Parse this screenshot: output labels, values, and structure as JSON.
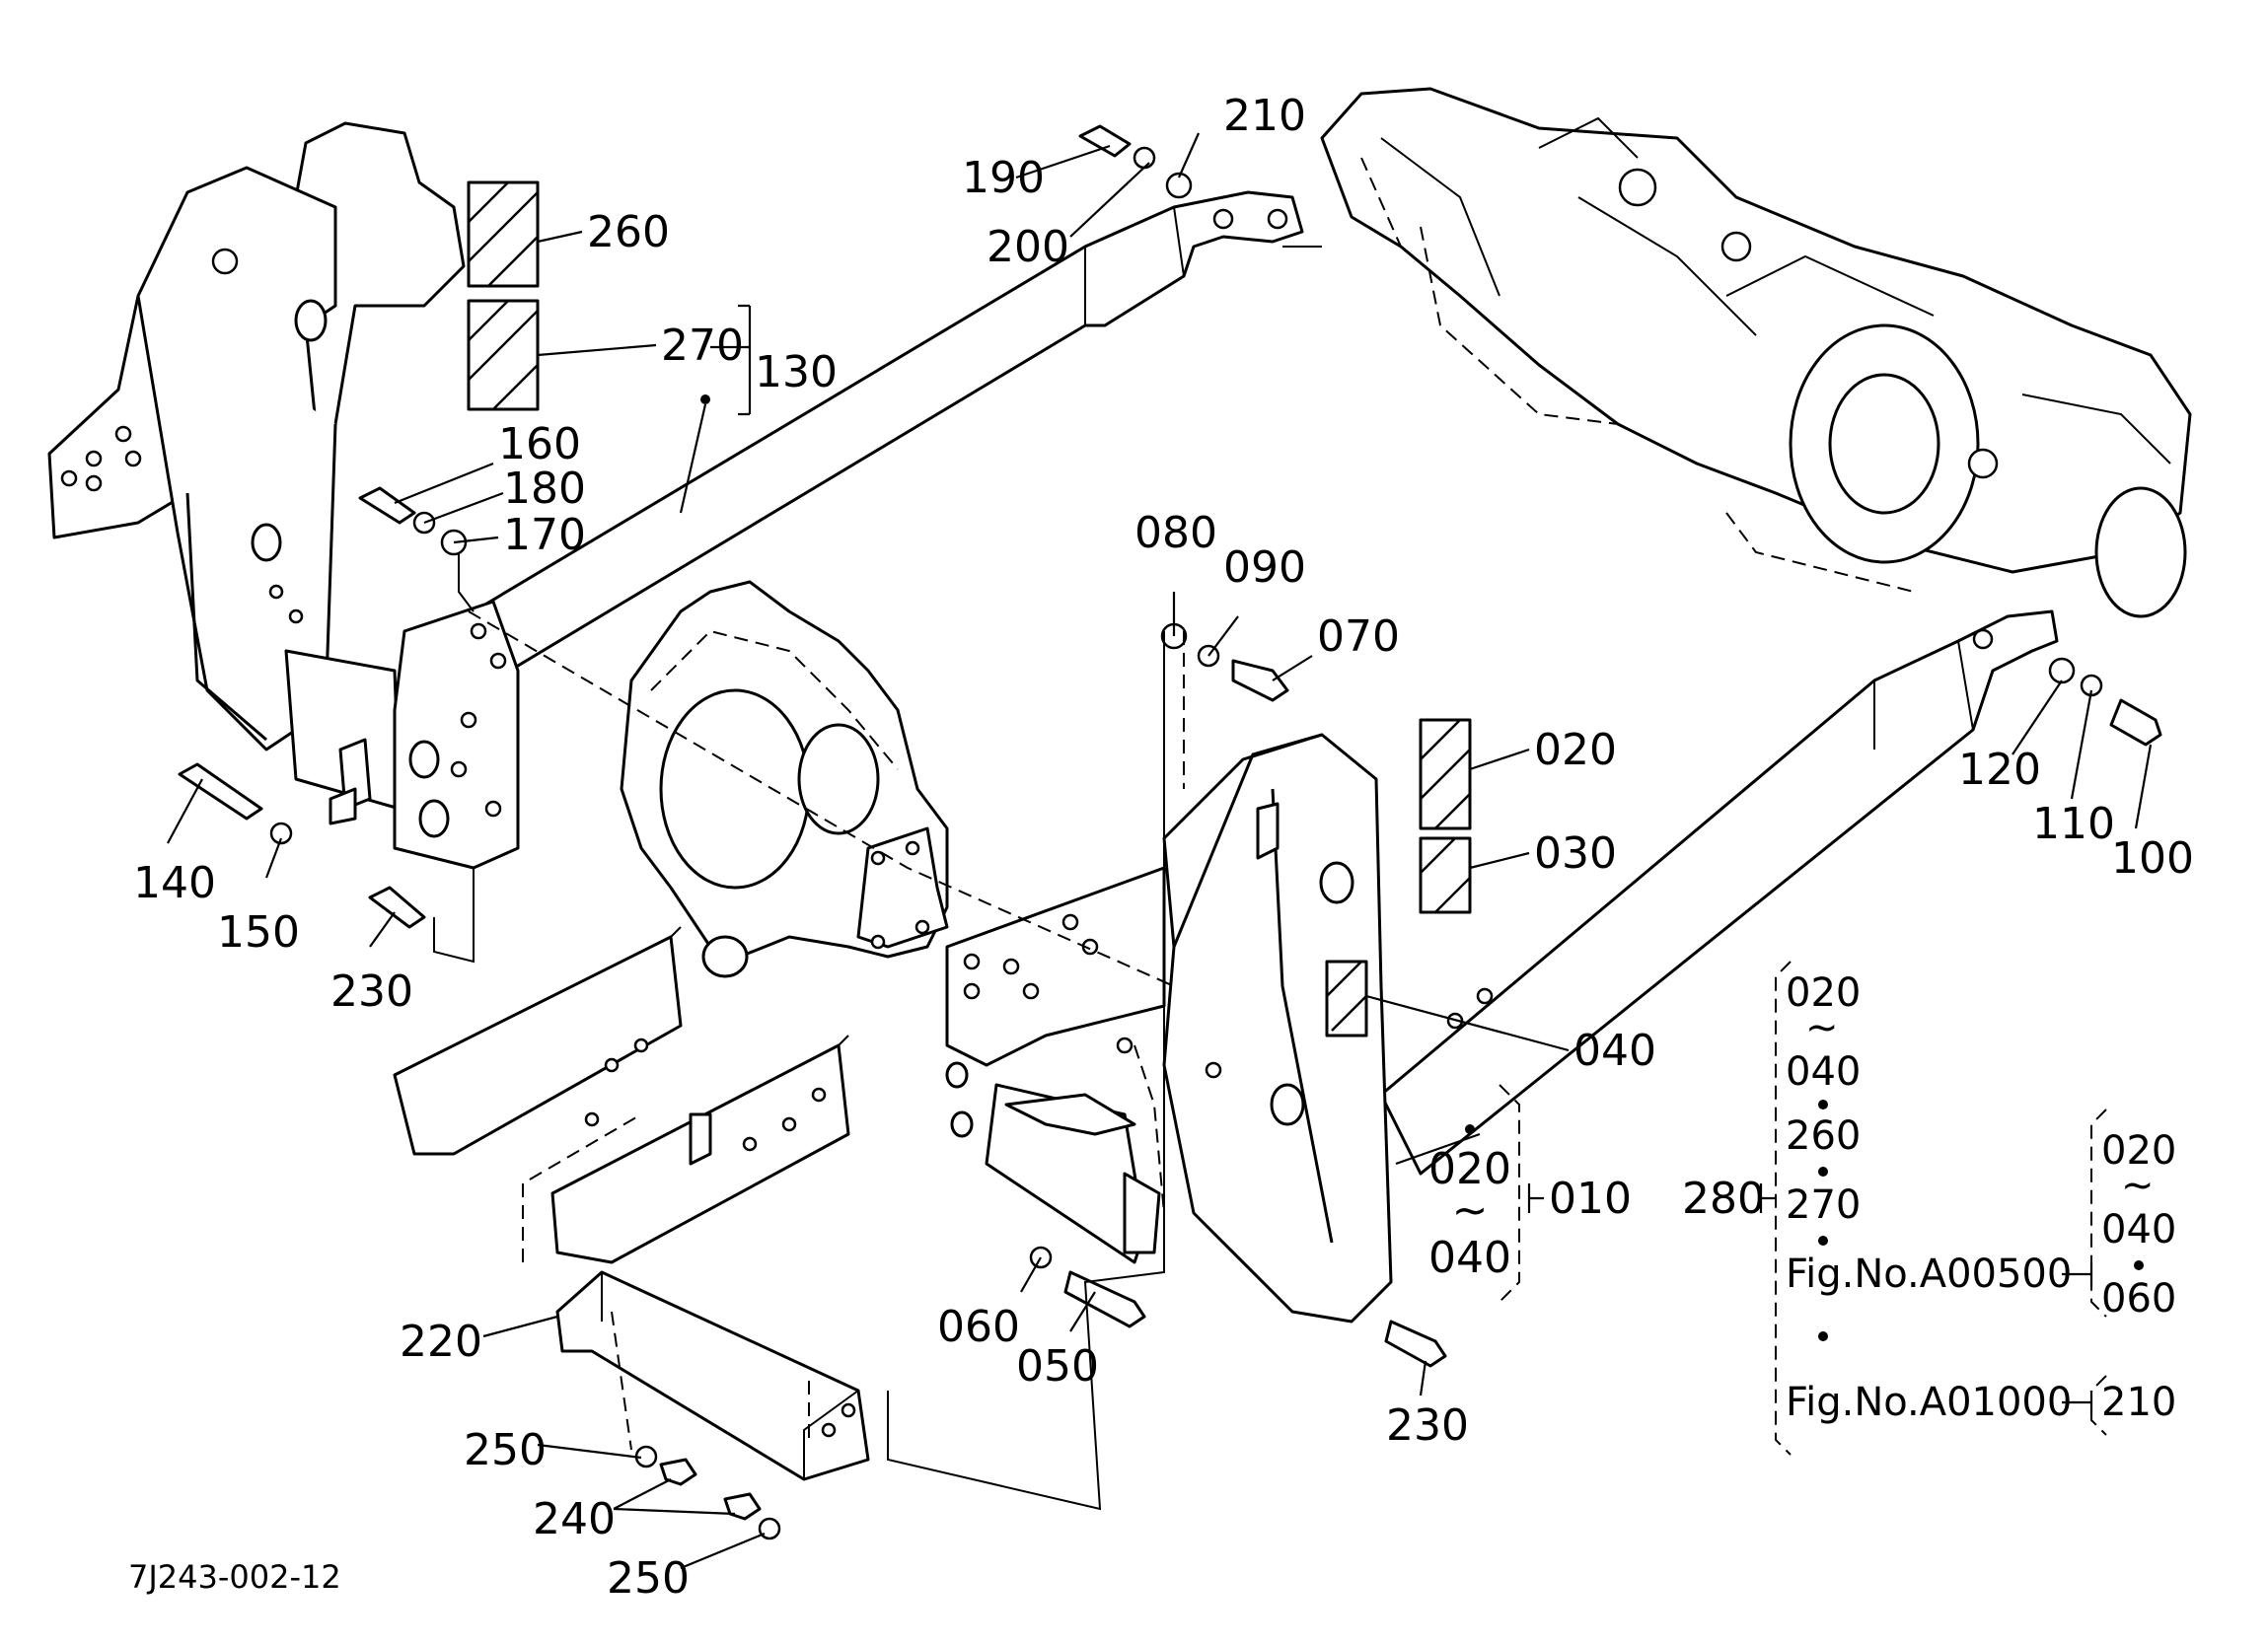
{
  "drawing_ref": "7J243-002-12",
  "callouts": {
    "c010": "010",
    "c020_a": "020",
    "c020_b": "020",
    "c030": "030",
    "c040_a": "040",
    "c040_b": "040",
    "c050": "050",
    "c060": "060",
    "c070": "070",
    "c080": "080",
    "c090": "090",
    "c100": "100",
    "c110": "110",
    "c120": "120",
    "c130": "130",
    "c140": "140",
    "c150": "150",
    "c160": "160",
    "c170": "170",
    "c180": "180",
    "c190": "190",
    "c200": "200",
    "c210": "210",
    "c220": "220",
    "c230_a": "230",
    "c230_b": "230",
    "c240": "240",
    "c250_a": "250",
    "c250_b": "250",
    "c260": "260",
    "c270": "270"
  },
  "kits": {
    "kit280": {
      "number": "280",
      "items": [
        "020",
        "~",
        "040",
        "260",
        "270",
        "Fig.No.A00500",
        "Fig.No.A01000"
      ]
    },
    "kit_right": {
      "items": [
        "020",
        "~",
        "040",
        "060",
        "210"
      ]
    }
  }
}
